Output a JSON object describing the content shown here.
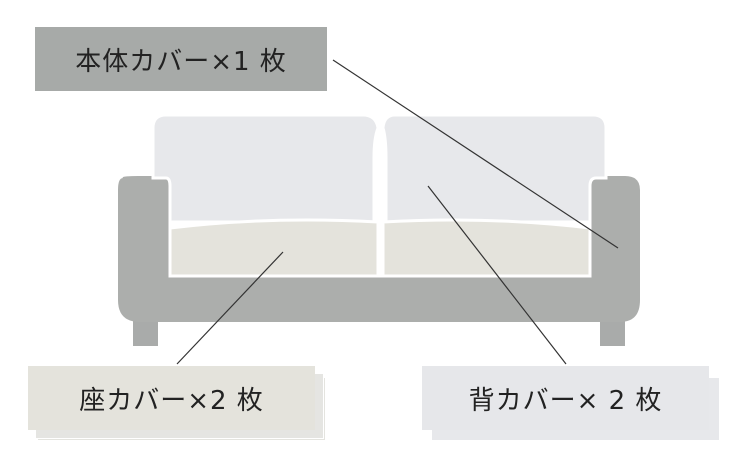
{
  "labels": {
    "body_cover": "本体カバー×1 枚",
    "seat_cover": "座カバー×2 枚",
    "back_cover": "背カバー× 2 枚"
  },
  "colors": {
    "frame": "#acaeac",
    "frame_outline": "#ffffff",
    "back_cushion": "#e7e8eb",
    "seat_cushion": "#e4e3dc",
    "legs": "#a9abaa",
    "body_label_bg": "#a7aaa8",
    "seat_label_bg": "#e4e3dc",
    "back_label_bg": "#e6e7ea",
    "leader_line": "#333333",
    "text": "#222222"
  }
}
